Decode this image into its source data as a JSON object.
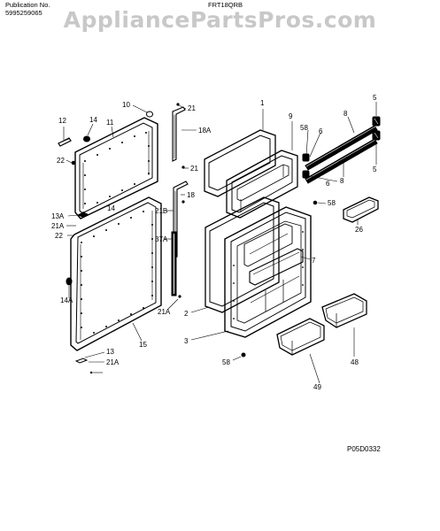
{
  "header": {
    "publication_label": "Publication No.",
    "publication_number": "5995259065",
    "model": "FRT18QRB"
  },
  "watermark": "AppliancePartsPros.com",
  "diagram_code": "P05D0332",
  "callouts": {
    "c1": "1",
    "c2": "2",
    "c3": "3",
    "c5a": "5",
    "c5b": "5",
    "c6a": "6",
    "c6b": "6",
    "c7": "7",
    "c8a": "8",
    "c8b": "8",
    "c9": "9",
    "c10": "10",
    "c11": "11",
    "c12": "12",
    "c13": "13",
    "c13a": "13A",
    "c14a": "14",
    "c14b": "14",
    "c14c": "14A",
    "c15": "15",
    "c18": "18",
    "c18a": "18A",
    "c21a": "21",
    "c21b": "21",
    "c21c": "21A",
    "c21d": "21A",
    "c21e": "21A",
    "c21f": "21B",
    "c22a": "22",
    "c22b": "22",
    "c26": "26",
    "c37a": "37A",
    "c48": "48",
    "c49": "49",
    "c58a": "58",
    "c58b": "58",
    "c58c": "58"
  }
}
